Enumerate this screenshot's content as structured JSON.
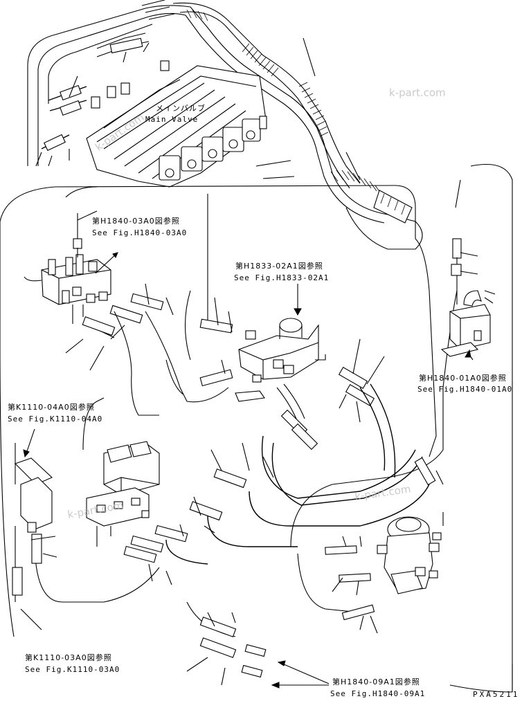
{
  "labels": {
    "main_valve_jp": "メインバルブ",
    "main_valve_en": "Main Valve",
    "ref_h1840_03a0_jp": "第H1840-03A0図参照",
    "ref_h1840_03a0_en": "See Fig.H1840-03A0",
    "ref_h1833_02a1_jp": "第H1833-02A1図参照",
    "ref_h1833_02a1_en": "See Fig.H1833-02A1",
    "ref_h1840_01a0_jp": "第H1840-01A0図参照",
    "ref_h1840_01a0_en": "See Fig.H1840-01A0",
    "ref_k1110_04a0_jp": "第K1110-04A0図参照",
    "ref_k1110_04a0_en": "See Fig.K1110-04A0",
    "ref_k1110_03a0_jp": "第K1110-03A0図参照",
    "ref_k1110_03a0_en": "See Fig.K1110-03A0",
    "ref_h1840_09a1_jp": "第H1840-09A1図参照",
    "ref_h1840_09a1_en": "See Fig.H1840-09A1"
  },
  "drawing_code": "PXA5211",
  "watermark": "k-part.com",
  "colors": {
    "line": "#000000",
    "background": "#ffffff",
    "watermark": "#b9b9b9"
  }
}
